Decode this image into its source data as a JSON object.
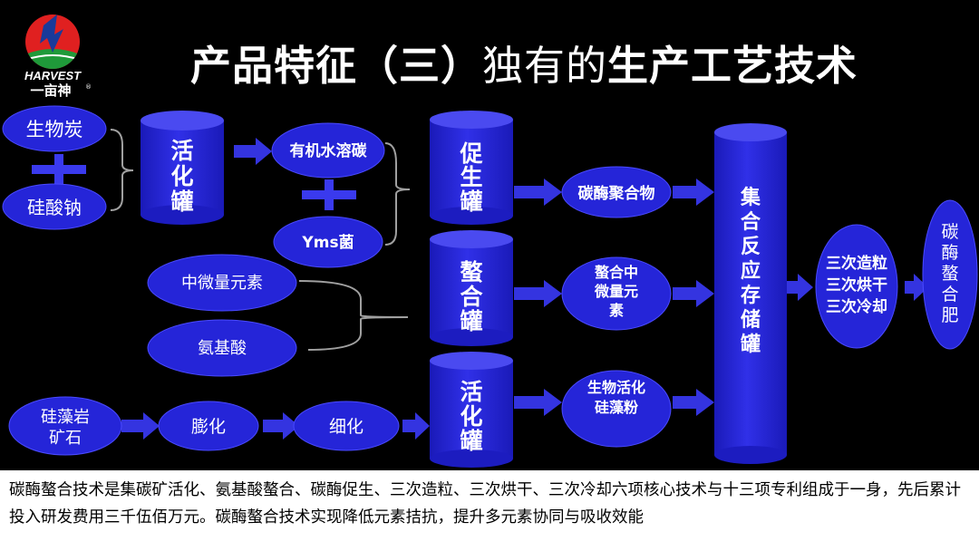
{
  "title": {
    "part1": "产品特征（三）",
    "part2": "独有的",
    "part3": "生产工艺技术"
  },
  "logo": {
    "text_latin": "HARVEST",
    "text_cn": "一亩神",
    "mark": "®"
  },
  "colors": {
    "node": "#2525d8",
    "edge_light": "#4a4aff",
    "arrow": "#3434e0",
    "line": "#a0a0a0",
    "plus": "#3a3aee",
    "background": "#000000"
  },
  "nodes": {
    "shengwutan": "生物炭",
    "guisuanna": "硅酸钠",
    "plus": "+",
    "huohuaguan1": "活化罐",
    "youjishuirongtan": "有机水溶碳",
    "yms": "Yms菌",
    "cushengguan": "促生罐",
    "tanmeijuhewu": "碳酶聚合物",
    "zhongweiliang": "中微量元素",
    "anjisuan": "氨基酸",
    "aoheguan": "螯合罐",
    "aohe_weiliang": "螯合中微量元素",
    "guizaoyan": "硅藻岩矿石",
    "penghua": "膨化",
    "xihua": "细化",
    "huohuaguan2": "活化罐",
    "shengwu_guizaofen": "生物活化硅藻粉",
    "jihe": "集合反应存储罐",
    "sanci_1": "三次造粒",
    "sanci_2": "三次烘干",
    "sanci_3": "三次冷却",
    "final": "碳酶螯合肥"
  },
  "footer": "碳酶螯合技术是集碳矿活化、氨基酸螯合、碳酶促生、三次造粒、三次烘干、三次冷却六项核心技术与十三项专利组成于一身，先后累计投入研发费用三千伍佰万元。碳酶螯合技术实现降低元素拮抗，提升多元素协同与吸收效能"
}
